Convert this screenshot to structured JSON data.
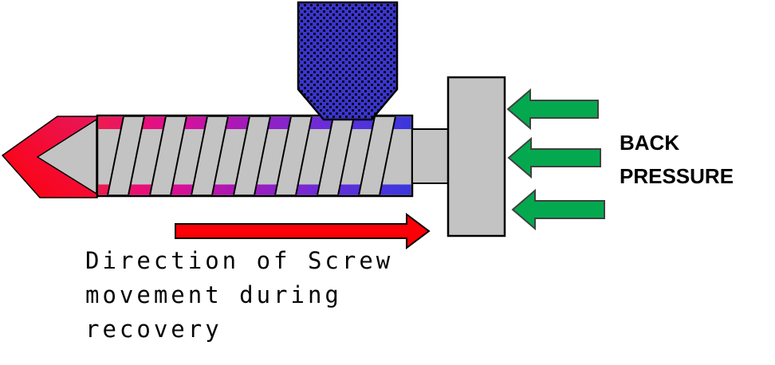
{
  "labels": {
    "back_pressure": [
      "BACK",
      "PRESSURE"
    ],
    "direction": [
      "Direction of Screw",
      "movement during",
      "recovery"
    ]
  },
  "colors": {
    "background": "#ffffff",
    "metal_gray": "#c3c3c3",
    "outline": "#000000",
    "hopper_blue": "#3a35cf",
    "hopper_speckle": "#0a0a12",
    "green_arrow": "#04a94f",
    "green_arrow_outline": "#404040",
    "red_arrow": "#fb0007",
    "left_arrow_red_bright": "#ff0009",
    "left_arrow_red_deep": "#e7175c",
    "melt_gradient": [
      "#ee1a4e",
      "#e90f77",
      "#d4119c",
      "#ac17b5",
      "#8d22c9",
      "#6c2cd8",
      "#4f33dd",
      "#3a37dc"
    ]
  }
}
